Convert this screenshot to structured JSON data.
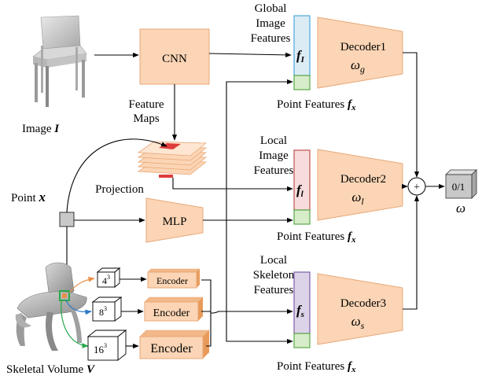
{
  "colors": {
    "orange_fill": "#fbd5b5",
    "orange_stroke": "#e8a878",
    "global_feat_fill": "#dcecf5",
    "global_feat_stroke": "#4aa8d8",
    "local_feat_fill": "#f6dcdc",
    "local_feat_stroke": "#c0504d",
    "skel_feat_fill": "#ddd3e8",
    "skel_feat_stroke": "#7b5ea7",
    "point_feat_fill": "#d7ecc8",
    "point_feat_stroke": "#5aa84a",
    "output_fill": "#c8c8c8",
    "projection_red": "#e03c3c"
  },
  "icons": {
    "chair_image": "chair-photo-icon",
    "skeletal_volume": "skeletal-chair-volume-icon",
    "point": "point-square-icon",
    "sum": "plus-circle-icon"
  },
  "labels": {
    "image": "Image",
    "image_var": "I",
    "cnn": "CNN",
    "feature_maps_1": "Feature",
    "feature_maps_2": "Maps",
    "projection": "Projection",
    "point": "Point",
    "point_var": "x",
    "mlp": "MLP",
    "skeletal_volume": "Skeletal Volume",
    "skeletal_volume_var": "V",
    "global_1": "Global",
    "global_2": "Image",
    "global_3": "Features",
    "local_1": "Local",
    "local_2": "Image",
    "local_3": "Features",
    "skel_1": "Local",
    "skel_2": "Skeleton",
    "skel_3": "Features",
    "point_features": "Point Features",
    "point_features_var": "f",
    "point_features_sub": "x",
    "f_I": "f",
    "f_I_sub": "I",
    "f_l": "f",
    "f_l_sub": "l",
    "f_s": "f",
    "f_s_sub": "s",
    "decoder1": "Decoder1",
    "decoder1_w": "ω",
    "decoder1_sub": "g",
    "decoder2": "Decoder2",
    "decoder2_w": "ω",
    "decoder2_sub": "l",
    "decoder3": "Decoder3",
    "decoder3_w": "ω",
    "decoder3_sub": "s",
    "output": "0/1",
    "output_var": "ω",
    "plus": "+",
    "enc1_res": "4",
    "enc2_res": "8",
    "enc3_res": "16",
    "cube_exp": "3",
    "encoder": "Encoder"
  }
}
